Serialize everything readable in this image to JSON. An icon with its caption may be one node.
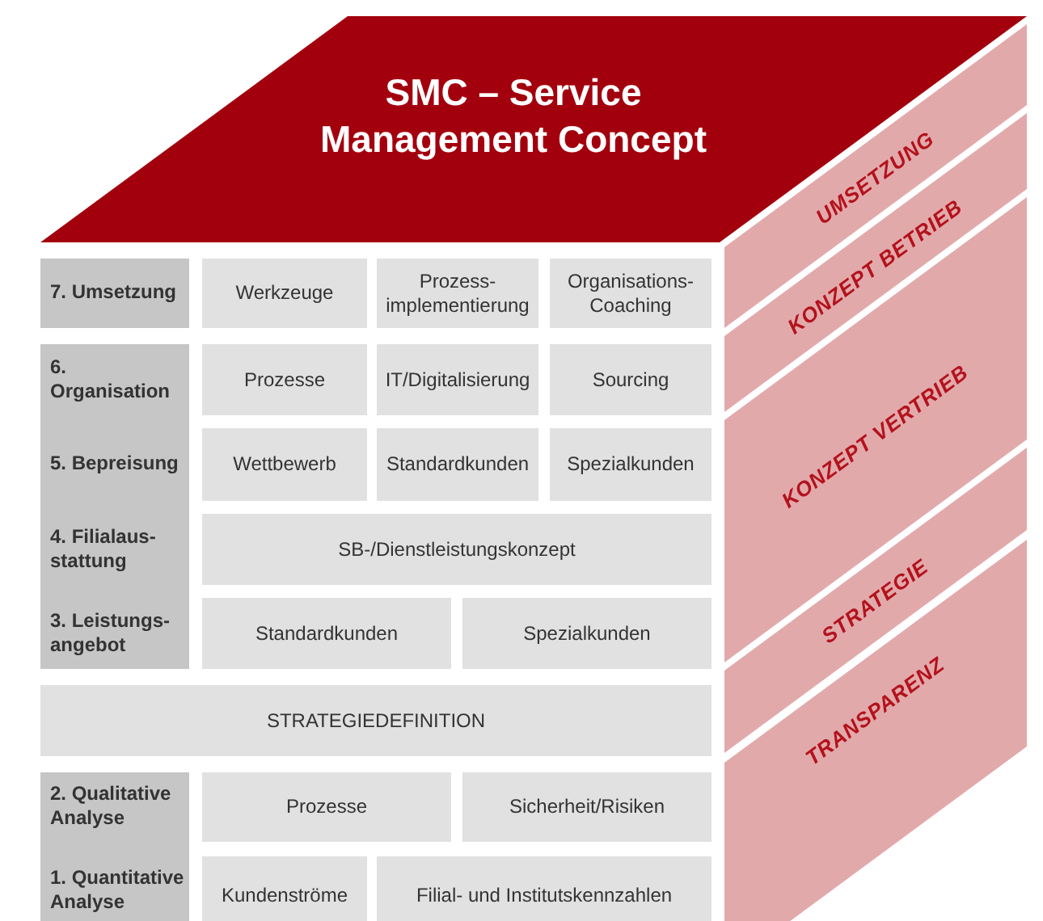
{
  "diagram": {
    "nodes": [
      {
        "text": [
          "SMC – Service Management Concept"
        ]
      },
      {
        "text": [
          "7. Umsetzung"
        ]
      },
      {
        "text": [
          "Werkzeuge"
        ]
      },
      {
        "text": [
          "Prozess-implementierung"
        ]
      },
      {
        "text": [
          "Organisations-Coaching"
        ]
      },
      {
        "text": [
          "6. Organisation",
          "5. Bepreisung",
          "4. Filialaus-stattung",
          "3. Leistungs-angebot"
        ]
      },
      {
        "text": [
          "Prozesse"
        ]
      },
      {
        "text": [
          "IT/Digitalisierung"
        ]
      },
      {
        "text": [
          "Sourcing"
        ]
      },
      {
        "text": [
          "Wettbewerb"
        ]
      },
      {
        "text": [
          "Standardkunden"
        ]
      },
      {
        "text": [
          "Spezialkunden"
        ]
      },
      {
        "text": [
          "SB-/Dienstleistungskonzept"
        ]
      },
      {
        "text": [
          "Standardkunden"
        ]
      },
      {
        "text": [
          "Spezialkunden"
        ]
      },
      {
        "text": [
          "STRATEGIEDEFINITION"
        ]
      },
      {
        "text": [
          "2. Qualitative Analyse",
          "1. Quantitative Analyse"
        ]
      },
      {
        "text": [
          "Prozesse"
        ]
      },
      {
        "text": [
          "Sicherheit/Risiken"
        ]
      },
      {
        "text": [
          "Kundenströme"
        ]
      },
      {
        "text": [
          "Filial- und Institutskennzahlen"
        ]
      },
      {
        "text": [
          "UMSETZUNG"
        ]
      },
      {
        "text": [
          "KONZEPT BETRIEB"
        ]
      },
      {
        "text": [
          "KONZEPT VERTRIEB"
        ]
      },
      {
        "text": [
          "STRATEGIE"
        ]
      },
      {
        "text": [
          "TRANSPARENZ"
        ]
      }
    ],
    "edges": []
  }
}
